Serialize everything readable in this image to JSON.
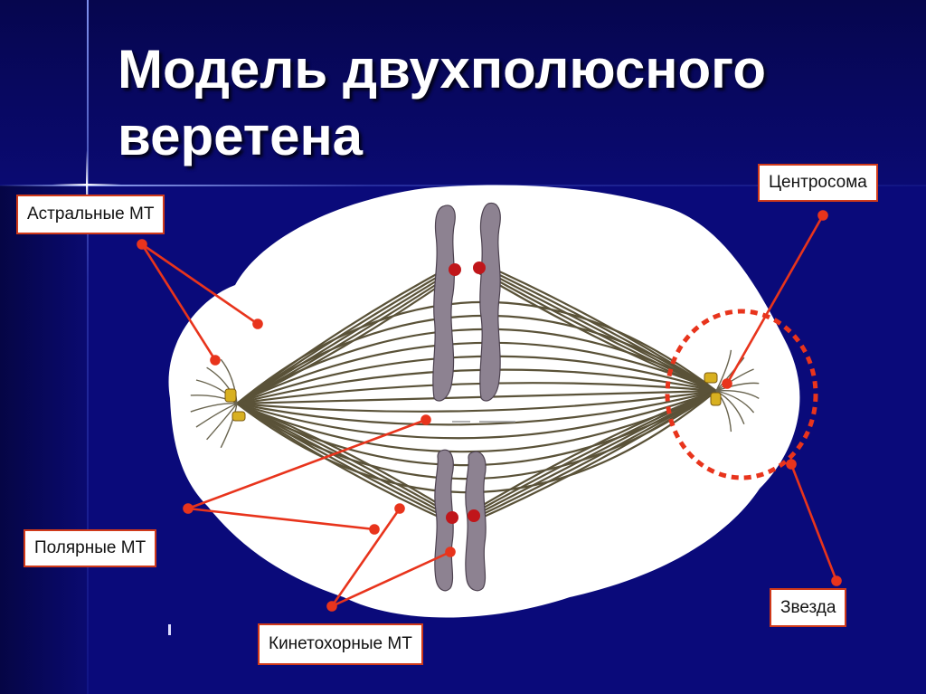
{
  "title": "Модель двухполюсного веретена",
  "labels": {
    "astral": "Астральные МТ",
    "centrosome": "Центросома",
    "polar": "Полярные МТ",
    "kinetochore": "Кинетохорные МТ",
    "star": "Звезда"
  },
  "colors": {
    "background": "#0a0a7a",
    "pointer": "#e8341c",
    "label_border": "#d03a1a",
    "microtubule": "#5a5238",
    "chromosome": "#8a7e8c",
    "kinetochore": "#c0161a",
    "centriole": "#d8b020"
  }
}
